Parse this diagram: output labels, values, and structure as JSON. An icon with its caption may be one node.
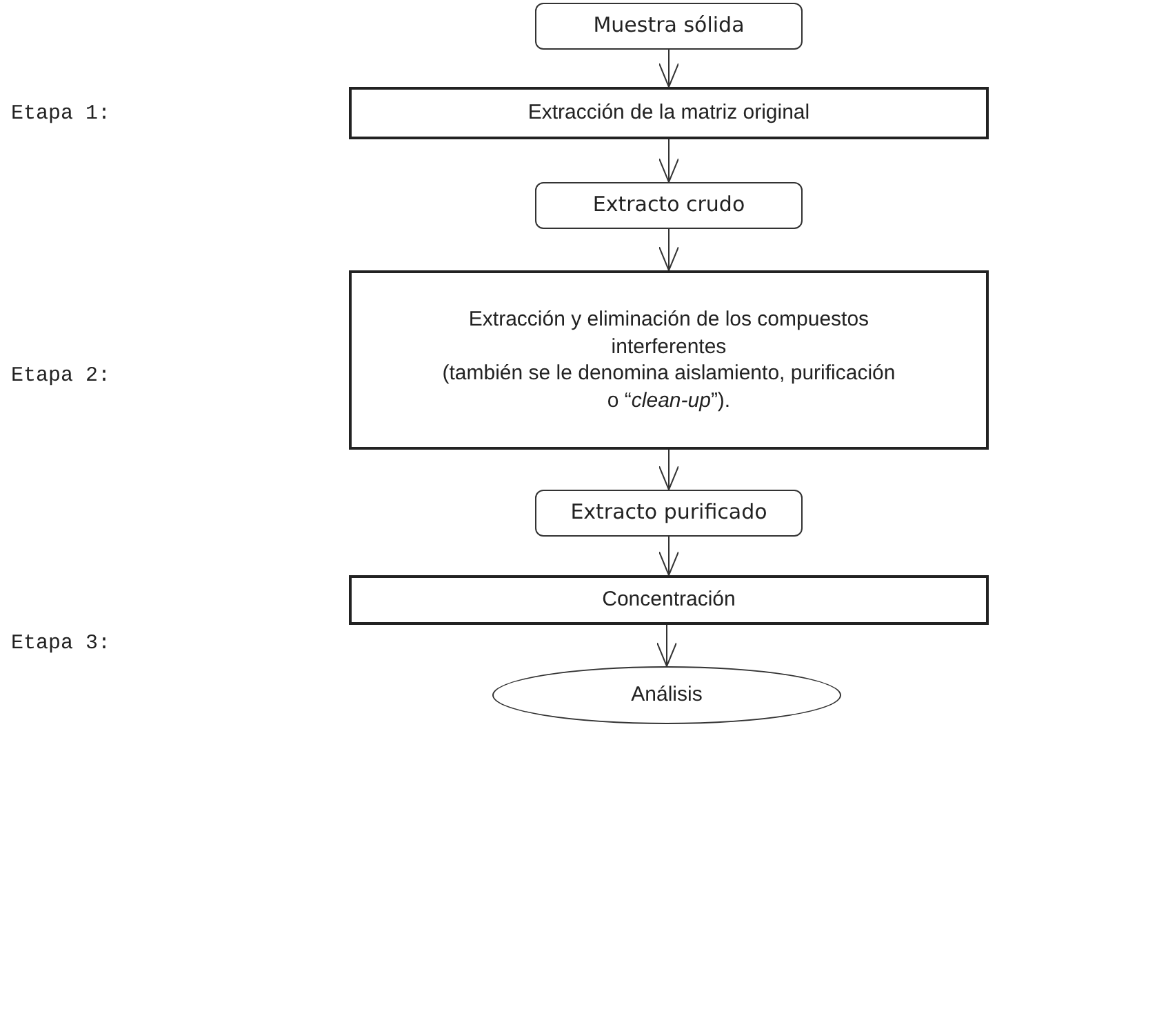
{
  "diagram": {
    "nodes": [
      {
        "text": [
          "Muestra sólida"
        ]
      },
      {
        "text": [
          "Extracción de la matriz original"
        ]
      },
      {
        "text": [
          "Extracto crudo"
        ]
      },
      {
        "text": [
          "Extracción y eliminación de los compuestos interferentes",
          "(también se le denomina aislamiento, purificación o “*clean-up*”)."
        ]
      },
      {
        "text": [
          "Extracto purificado"
        ]
      },
      {
        "text": [
          "Concentración"
        ]
      },
      {
        "text": [
          "Análisis"
        ]
      }
    ],
    "edges": [
      {
        "from": 0,
        "to": 1,
        "arrow": "to"
      },
      {
        "from": 1,
        "to": 2,
        "arrow": "to"
      },
      {
        "from": 2,
        "to": 3,
        "arrow": "to"
      },
      {
        "from": 3,
        "to": 4,
        "arrow": "to"
      },
      {
        "from": 4,
        "to": 5,
        "arrow": "to"
      },
      {
        "from": 5,
        "to": 6,
        "arrow": "to"
      }
    ],
    "labels": [
      "Etapa 1:",
      "Etapa 2:",
      "Etapa 3:"
    ]
  }
}
